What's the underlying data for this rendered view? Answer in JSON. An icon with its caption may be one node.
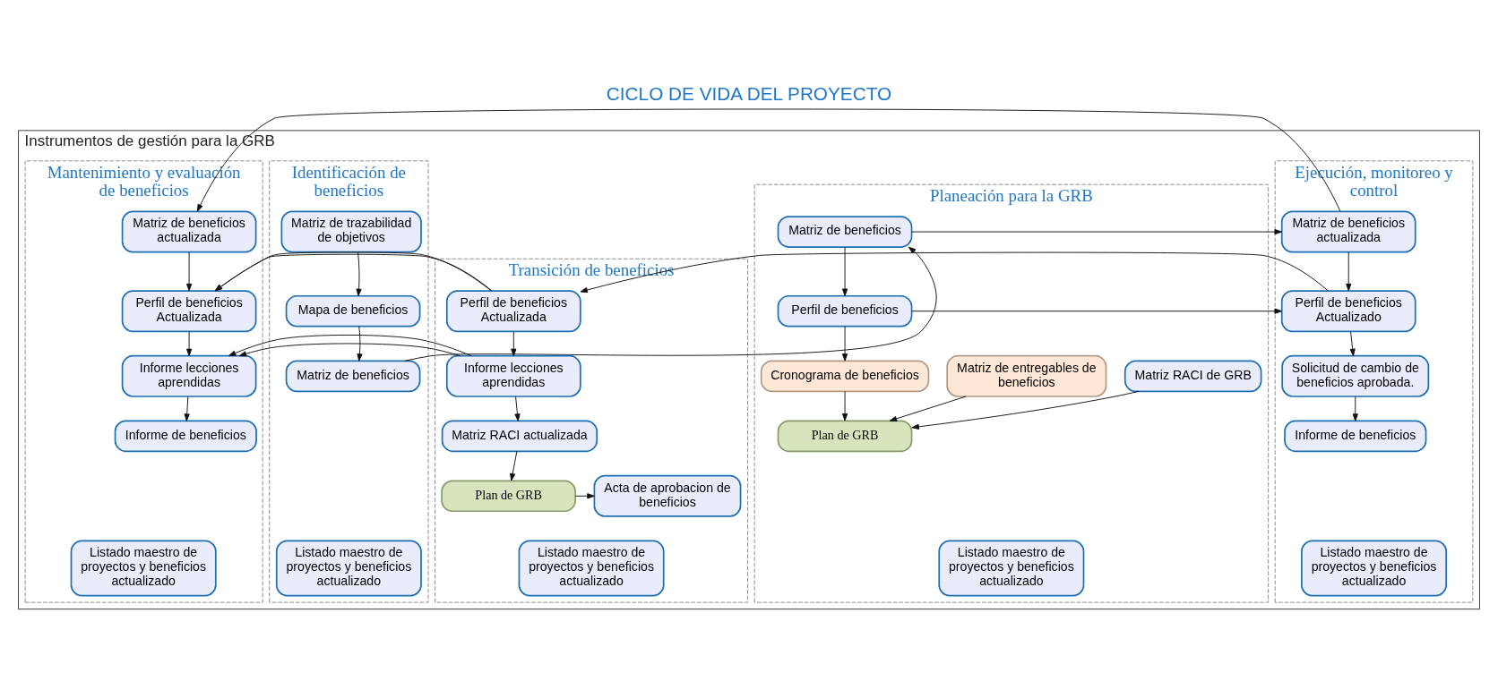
{
  "diagram": {
    "title": "CICLO DE VIDA DEL PROYECTO",
    "nodes": [
      {
        "text": [
          "Instrumentos de gestión para la GRB"
        ]
      },
      {
        "text": [
          "Identificación de beneficios"
        ],
        "in": 0
      },
      {
        "text": [
          "Matriz de trazabilidad de objetivos"
        ],
        "in": 1
      },
      {
        "text": [
          "Mapa de beneficios"
        ],
        "in": 1
      },
      {
        "text": [
          "Matriz de beneficios"
        ],
        "in": 1
      },
      {
        "text": [
          "Listado maestro de proyectos y beneficios actualizado"
        ],
        "in": 1
      },
      {
        "text": [
          "Planeación para la GRB"
        ],
        "in": 0
      },
      {
        "text": [
          "Matriz de beneficios"
        ],
        "in": 6
      },
      {
        "text": [
          "Perfil de beneficios"
        ],
        "in": 6
      },
      {
        "text": [
          "Cronograma de beneficios"
        ],
        "in": 6
      },
      {
        "text": [
          "Matriz RACI de GRB"
        ],
        "in": 6
      },
      {
        "text": [
          "Matriz de entregables de beneficios"
        ],
        "in": 6
      },
      {
        "text": [
          "Plan de GRB"
        ],
        "in": 6
      },
      {
        "text": [
          "Listado maestro de proyectos y beneficios actualizado"
        ],
        "in": 6
      },
      {
        "text": [
          "Ejecución, monitoreo y control"
        ],
        "in": 0
      },
      {
        "text": [
          "Matriz de beneficios actualizada"
        ],
        "in": 14
      },
      {
        "text": [
          "Perfil de beneficios Actualizado"
        ],
        "in": 14
      },
      {
        "text": [
          "Solicitud de cambio de beneficios aprobada."
        ],
        "in": 14
      },
      {
        "text": [
          "Informe de beneficios"
        ],
        "in": 14
      },
      {
        "text": [
          "Listado maestro de proyectos y beneficios actualizado"
        ],
        "in": 14
      },
      {
        "text": [
          "Transición de beneficios"
        ],
        "in": 0
      },
      {
        "text": [
          "Perfil de beneficios Actualizada"
        ],
        "in": 20
      },
      {
        "text": [
          "Informe lecciones aprendidas"
        ],
        "in": 20
      },
      {
        "text": [
          "Matriz RACI actualizada"
        ],
        "in": 20
      },
      {
        "text": [
          "Plan de GRB"
        ],
        "in": 20
      },
      {
        "text": [
          "Acta de aprobacion de beneficios"
        ],
        "in": 20
      },
      {
        "text": [
          "Listado maestro de proyectos y beneficios actualizado"
        ],
        "in": 20
      },
      {
        "text": [
          "Mantenimiento y evaluación de beneficios"
        ],
        "in": 0
      },
      {
        "text": [
          "Matriz de beneficios actualizada"
        ],
        "in": 27
      },
      {
        "text": [
          "Perfil de beneficios Actualizada"
        ],
        "in": 27
      },
      {
        "text": [
          "Informe lecciones aprendidas"
        ],
        "in": 27
      },
      {
        "text": [
          "Informe de beneficios"
        ],
        "in": 27
      },
      {
        "text": [
          "Listado maestro de proyectos y beneficios actualizado"
        ],
        "in": 27
      }
    ],
    "edges": [
      {
        "from": 2,
        "to": 3,
        "arrow": "to"
      },
      {
        "from": 3,
        "to": 4,
        "arrow": "to"
      },
      {
        "from": 4,
        "to": 7,
        "arrow": "to"
      },
      {
        "from": 7,
        "to": 8,
        "arrow": "to"
      },
      {
        "from": 7,
        "to": 15,
        "arrow": "to"
      },
      {
        "from": 8,
        "to": 9,
        "arrow": "to"
      },
      {
        "from": 8,
        "to": 16,
        "arrow": "to"
      },
      {
        "from": 9,
        "to": 12,
        "arrow": "to"
      },
      {
        "from": 10,
        "to": 12,
        "arrow": "to"
      },
      {
        "from": 11,
        "to": 12,
        "arrow": "to"
      },
      {
        "from": 15,
        "to": 16,
        "arrow": "to"
      },
      {
        "from": 15,
        "to": 28,
        "arrow": "to"
      },
      {
        "from": 16,
        "to": 17,
        "arrow": "to"
      },
      {
        "from": 16,
        "to": 21,
        "arrow": "to"
      },
      {
        "from": 17,
        "to": 18,
        "arrow": "to"
      },
      {
        "from": 21,
        "to": 22,
        "arrow": "to"
      },
      {
        "from": 21,
        "to": 29,
        "arrow": "to"
      },
      {
        "from": 22,
        "to": 23,
        "arrow": "to"
      },
      {
        "from": 22,
        "to": 30,
        "arrow": "to"
      },
      {
        "from": 23,
        "to": 24,
        "arrow": "to"
      },
      {
        "from": 24,
        "to": 25,
        "arrow": "to"
      },
      {
        "from": 28,
        "to": 29,
        "arrow": "to"
      },
      {
        "from": 29,
        "to": 30,
        "arrow": "to"
      },
      {
        "from": 30,
        "to": 31,
        "arrow": "to"
      }
    ]
  }
}
